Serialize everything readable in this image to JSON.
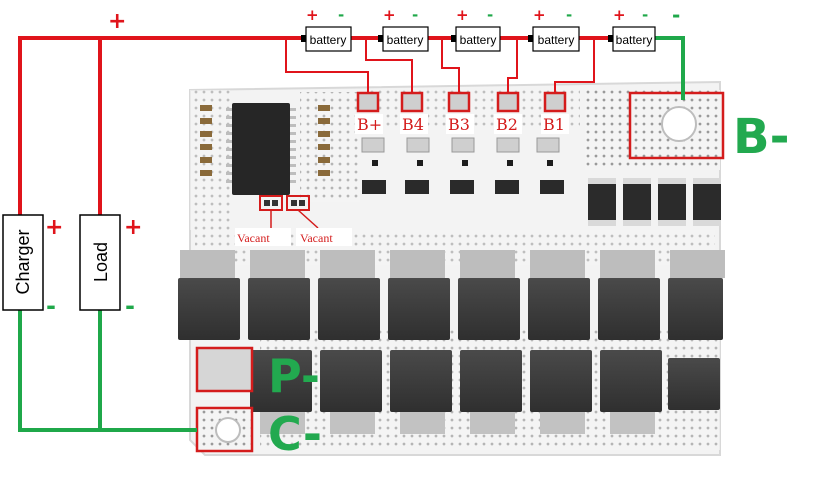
{
  "batteries": [
    "battery",
    "battery",
    "battery",
    "battery",
    "battery"
  ],
  "battery_signs": {
    "plus": "+",
    "minus": "-"
  },
  "top_plus": "+",
  "pads": [
    "B+",
    "B4",
    "B3",
    "B2",
    "B1"
  ],
  "vacant_labels": [
    "Vacant",
    "Vacant"
  ],
  "charger": {
    "label": "Charger",
    "plus": "+",
    "minus": "-"
  },
  "load": {
    "label": "Load",
    "plus": "+",
    "minus": "-"
  },
  "terminals": {
    "b_minus": "B-",
    "p_minus": "P-",
    "c_minus": "C-"
  },
  "colors": {
    "positive_wire": "#e0141b",
    "negative_wire": "#1fa84a",
    "highlight": "#d41c1c"
  }
}
